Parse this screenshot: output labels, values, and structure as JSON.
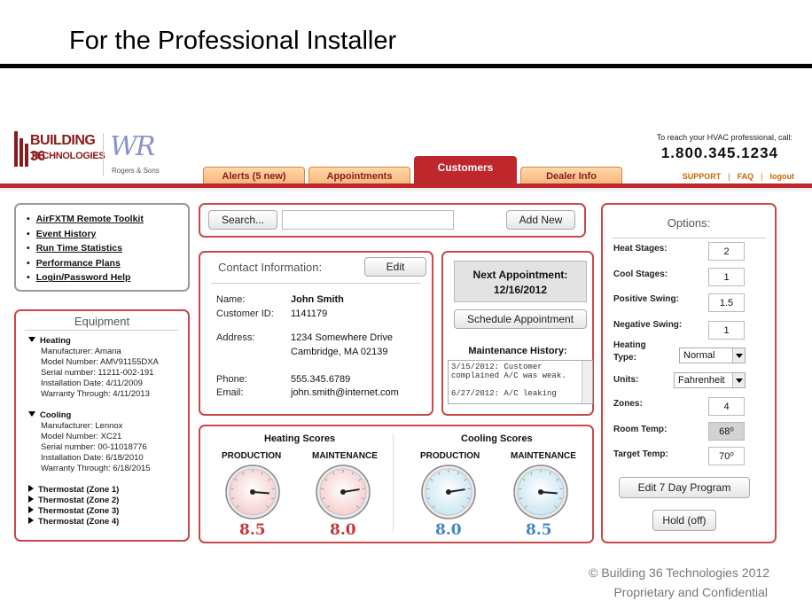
{
  "slide": {
    "title": "For the Professional Installer",
    "footer_line1": "© Building 36 Technologies 2012",
    "footer_line2": "Proprietary and Confidential"
  },
  "header": {
    "logo_line1": "BUILDING 36",
    "logo_line2": "TECHNOLOGIES",
    "partner_mark": "WR",
    "partner_name": "Rogers & Sons",
    "contact_note": "To reach your HVAC professional, call:",
    "phone": "1.800.345.1234",
    "links": [
      "SUPPORT",
      "FAQ",
      "logout"
    ],
    "tabs": [
      "Alerts (5 new)",
      "Appointments",
      "Customers",
      "Dealer Info"
    ],
    "active_tab": "Customers"
  },
  "quick_links": [
    "AirFXTM Remote Toolkit",
    "Event History",
    "Run Time Statistics",
    "Performance Plans",
    "Login/Password Help"
  ],
  "equipment": {
    "title": "Equipment",
    "heating": {
      "label": "Heating",
      "lines": [
        "Manufacturer: Amana",
        "Model Number: AMV91155DXA",
        "Serial number: 11211-002-191",
        "Installation Date: 4/11/2009",
        "Warranty Through: 4/11/2013"
      ]
    },
    "cooling": {
      "label": "Cooling",
      "lines": [
        "Manufacturer: Lennox",
        "Model Number: XC21",
        "Serial number: 00-11018776",
        "Installation Date: 6/18/2010",
        "Warranty Through: 6/18/2015"
      ]
    },
    "thermostats": [
      "Thermostat (Zone 1)",
      "Thermostat (Zone 2)",
      "Thermostat (Zone 3)",
      "Thermostat (Zone 4)"
    ]
  },
  "search": {
    "button_label": "Search...",
    "value": "",
    "add_label": "Add New"
  },
  "contact": {
    "title": "Contact Information:",
    "edit_label": "Edit",
    "name_label": "Name:",
    "name": "John Smith",
    "id_label": "Customer ID:",
    "id": "1141179",
    "address_label": "Address:",
    "address1": "1234 Somewhere Drive",
    "address2": "Cambridge, MA 02139",
    "phone_label": "Phone:",
    "phone": "555.345.6789",
    "email_label": "Email:",
    "email": "john.smith@internet.com"
  },
  "appointment": {
    "next_label": "Next Appointment:",
    "next_date": "12/16/2012",
    "schedule_label": "Schedule Appointment",
    "history_label": "Maintenance History:",
    "history_text": "3/15/2012: Customer\ncomplained A/C was weak.\n\n6/27/2012: A/C leaking"
  },
  "scores": {
    "heating_title": "Heating Scores",
    "cooling_title": "Cooling Scores",
    "production_label": "PRODUCTION",
    "maintenance_label": "MAINTENANCE",
    "heating_production": "8.5",
    "heating_maintenance": "8.0",
    "cooling_production": "8.0",
    "cooling_maintenance": "8.5",
    "heating_color": "#c0393b",
    "cooling_color": "#3f86c6"
  },
  "options": {
    "title": "Options:",
    "heat_stages_label": "Heat Stages:",
    "heat_stages": "2",
    "cool_stages_label": "Cool Stages:",
    "cool_stages": "1",
    "pos_swing_label": "Positive Swing:",
    "pos_swing": "1.5",
    "neg_swing_label": "Negative Swing:",
    "neg_swing": "1",
    "heating_type_label1": "Heating",
    "heating_type_label2": "Type:",
    "heating_type": "Normal",
    "units_label": "Units:",
    "units": "Fahrenheit",
    "zones_label": "Zones:",
    "zones": "4",
    "room_temp_label": "Room Temp:",
    "room_temp": "68⁰",
    "target_temp_label": "Target Temp:",
    "target_temp": "70⁰",
    "edit_program_label": "Edit 7 Day Program",
    "hold_label": "Hold (off)"
  },
  "colors": {
    "accent_red": "#c0272d",
    "tab_orange": "#f7b57a",
    "link_orange": "#cc6600"
  }
}
